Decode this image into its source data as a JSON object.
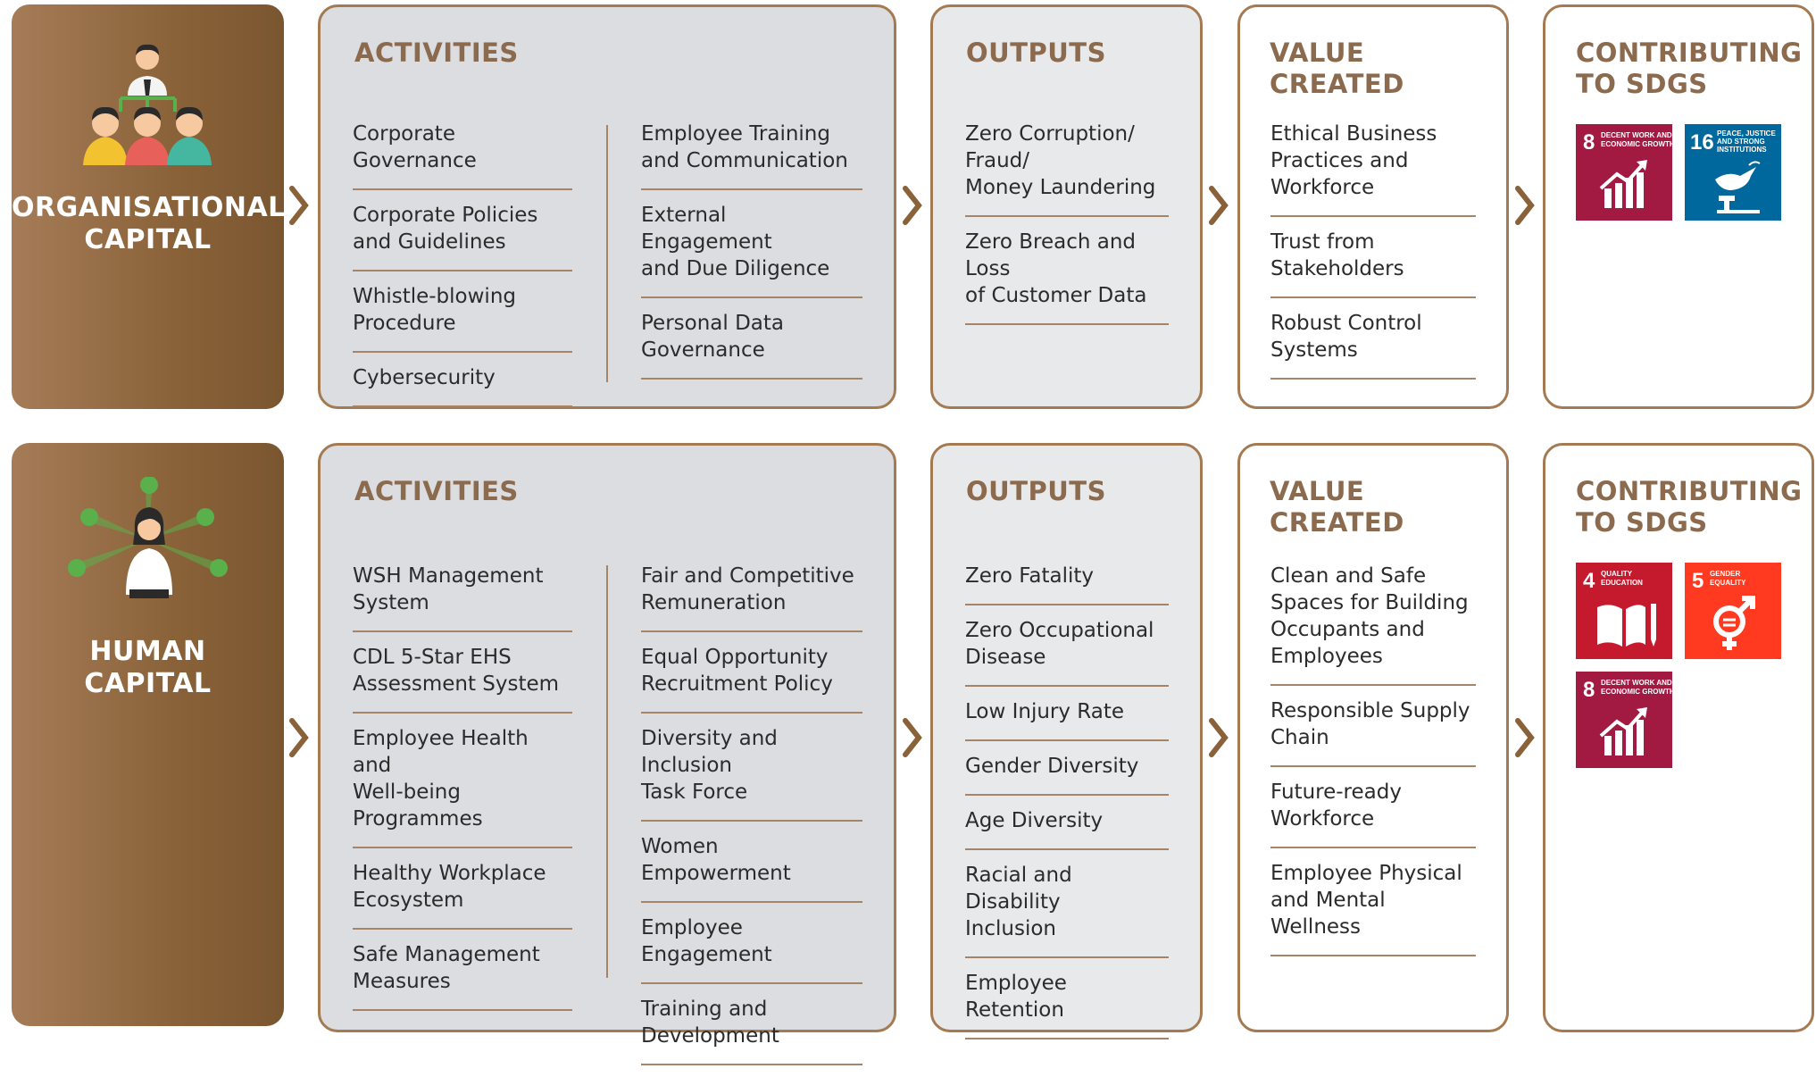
{
  "colors": {
    "capital_brown": "#8a6239",
    "title_brown": "#8b6a4e",
    "border_brown": "#a47a52",
    "activities_bg": "#dcdde0",
    "outputs_bg": "#e8e9eb",
    "sdg_8": "#a21942",
    "sdg_16": "#00689d",
    "sdg_4": "#c5192d",
    "sdg_5": "#ff3a21"
  },
  "rows": [
    {
      "capital": {
        "title_lines": [
          "ORGANISATIONAL",
          "CAPITAL"
        ],
        "icon": "organisation-hierarchy-icon"
      },
      "activities": {
        "title": "ACTIVITIES",
        "left": [
          [
            "Corporate Governance"
          ],
          [
            "Corporate Policies",
            "and Guidelines"
          ],
          [
            "Whistle-blowing",
            "Procedure"
          ],
          [
            "Cybersecurity"
          ]
        ],
        "right": [
          [
            "Employee Training",
            "and Communication"
          ],
          [
            "External Engagement",
            "and Due Diligence"
          ],
          [
            "Personal Data",
            "Governance"
          ]
        ]
      },
      "outputs": {
        "title": "OUTPUTS",
        "items": [
          [
            "Zero Corruption/",
            "Fraud/",
            "Money Laundering"
          ],
          [
            "Zero Breach and Loss",
            "of Customer Data"
          ]
        ]
      },
      "value": {
        "title_lines": [
          "VALUE",
          "CREATED"
        ],
        "items": [
          [
            "Ethical Business",
            "Practices and",
            "Workforce"
          ],
          [
            "Trust from",
            "Stakeholders"
          ],
          [
            "Robust Control",
            "Systems"
          ]
        ]
      },
      "sdgs": {
        "title_lines": [
          "CONTRIBUTING",
          "TO SDGS"
        ],
        "tiles": [
          {
            "num": "8",
            "label_lines": [
              "DECENT WORK AND",
              "ECONOMIC GROWTH"
            ],
            "color": "#a21942",
            "icon": "growth-chart-icon"
          },
          {
            "num": "16",
            "label_lines": [
              "PEACE, JUSTICE",
              "AND STRONG",
              "INSTITUTIONS"
            ],
            "color": "#00689d",
            "icon": "dove-gavel-icon"
          }
        ]
      }
    },
    {
      "capital": {
        "title_lines": [
          "HUMAN",
          "CAPITAL"
        ],
        "icon": "person-network-icon"
      },
      "activities": {
        "title": "ACTIVITIES",
        "left": [
          [
            "WSH Management",
            "System"
          ],
          [
            "CDL 5-Star EHS",
            "Assessment System"
          ],
          [
            "Employee Health and",
            "Well-being Programmes"
          ],
          [
            "Healthy Workplace",
            "Ecosystem"
          ],
          [
            "Safe Management",
            "Measures"
          ]
        ],
        "right": [
          [
            "Fair and Competitive",
            "Remuneration"
          ],
          [
            "Equal Opportunity",
            "Recruitment Policy"
          ],
          [
            "Diversity and Inclusion",
            "Task Force"
          ],
          [
            "Women Empowerment"
          ],
          [
            "Employee Engagement"
          ],
          [
            "Training and",
            "Development"
          ]
        ]
      },
      "outputs": {
        "title": "OUTPUTS",
        "items": [
          [
            "Zero Fatality"
          ],
          [
            "Zero Occupational",
            "Disease"
          ],
          [
            "Low Injury Rate"
          ],
          [
            "Gender Diversity"
          ],
          [
            "Age Diversity"
          ],
          [
            "Racial and Disability",
            "Inclusion"
          ],
          [
            "Employee Retention"
          ]
        ]
      },
      "value": {
        "title_lines": [
          "VALUE",
          "CREATED"
        ],
        "items": [
          [
            "Clean and Safe",
            "Spaces for Building",
            "Occupants and",
            "Employees"
          ],
          [
            "Responsible Supply",
            "Chain"
          ],
          [
            "Future-ready",
            "Workforce"
          ],
          [
            "Employee Physical",
            "and Mental Wellness"
          ]
        ]
      },
      "sdgs": {
        "title_lines": [
          "CONTRIBUTING",
          "TO SDGS"
        ],
        "tiles": [
          {
            "num": "4",
            "label_lines": [
              "QUALITY",
              "EDUCATION"
            ],
            "color": "#c5192d",
            "icon": "book-pencil-icon"
          },
          {
            "num": "5",
            "label_lines": [
              "GENDER",
              "EQUALITY"
            ],
            "color": "#ff3a21",
            "icon": "gender-equality-icon"
          },
          {
            "num": "8",
            "label_lines": [
              "DECENT WORK AND",
              "ECONOMIC GROWTH"
            ],
            "color": "#a21942",
            "icon": "growth-chart-icon"
          }
        ]
      }
    }
  ]
}
